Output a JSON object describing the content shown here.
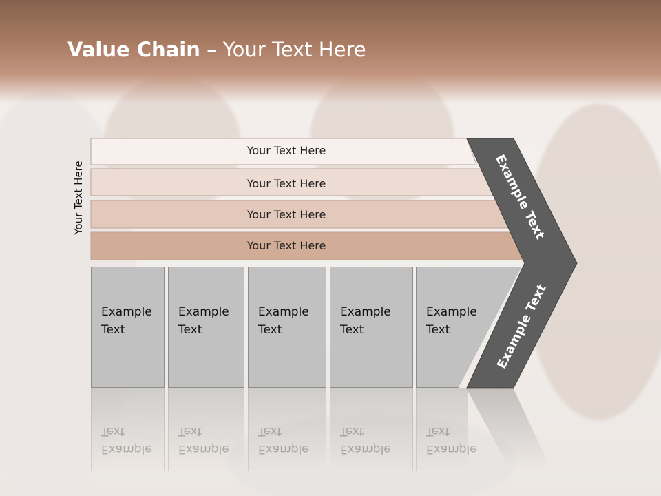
{
  "title": {
    "bold": "Value Chain",
    "rest": " – Your Text Here"
  },
  "side_label": "Your Text Here",
  "rows": [
    {
      "label": "Your Text Here"
    },
    {
      "label": "Your Text Here"
    },
    {
      "label": "Your Text Here"
    },
    {
      "label": "Your Text Here"
    }
  ],
  "boxes": [
    {
      "label": "Example\nText"
    },
    {
      "label": "Example\nText"
    },
    {
      "label": "Example\nText"
    },
    {
      "label": "Example\nText"
    },
    {
      "label": "Example\nText"
    }
  ],
  "chevron": {
    "upper": "Example Text",
    "lower": "Example Text"
  },
  "colors": {
    "header": "#a87a62",
    "row1": "#f7f0ec",
    "row2": "#ecdcd3",
    "row3": "#e3c9bc",
    "row4": "#d1ad98",
    "box": "#c1c1c1",
    "chevron": "#5e5e5e"
  }
}
